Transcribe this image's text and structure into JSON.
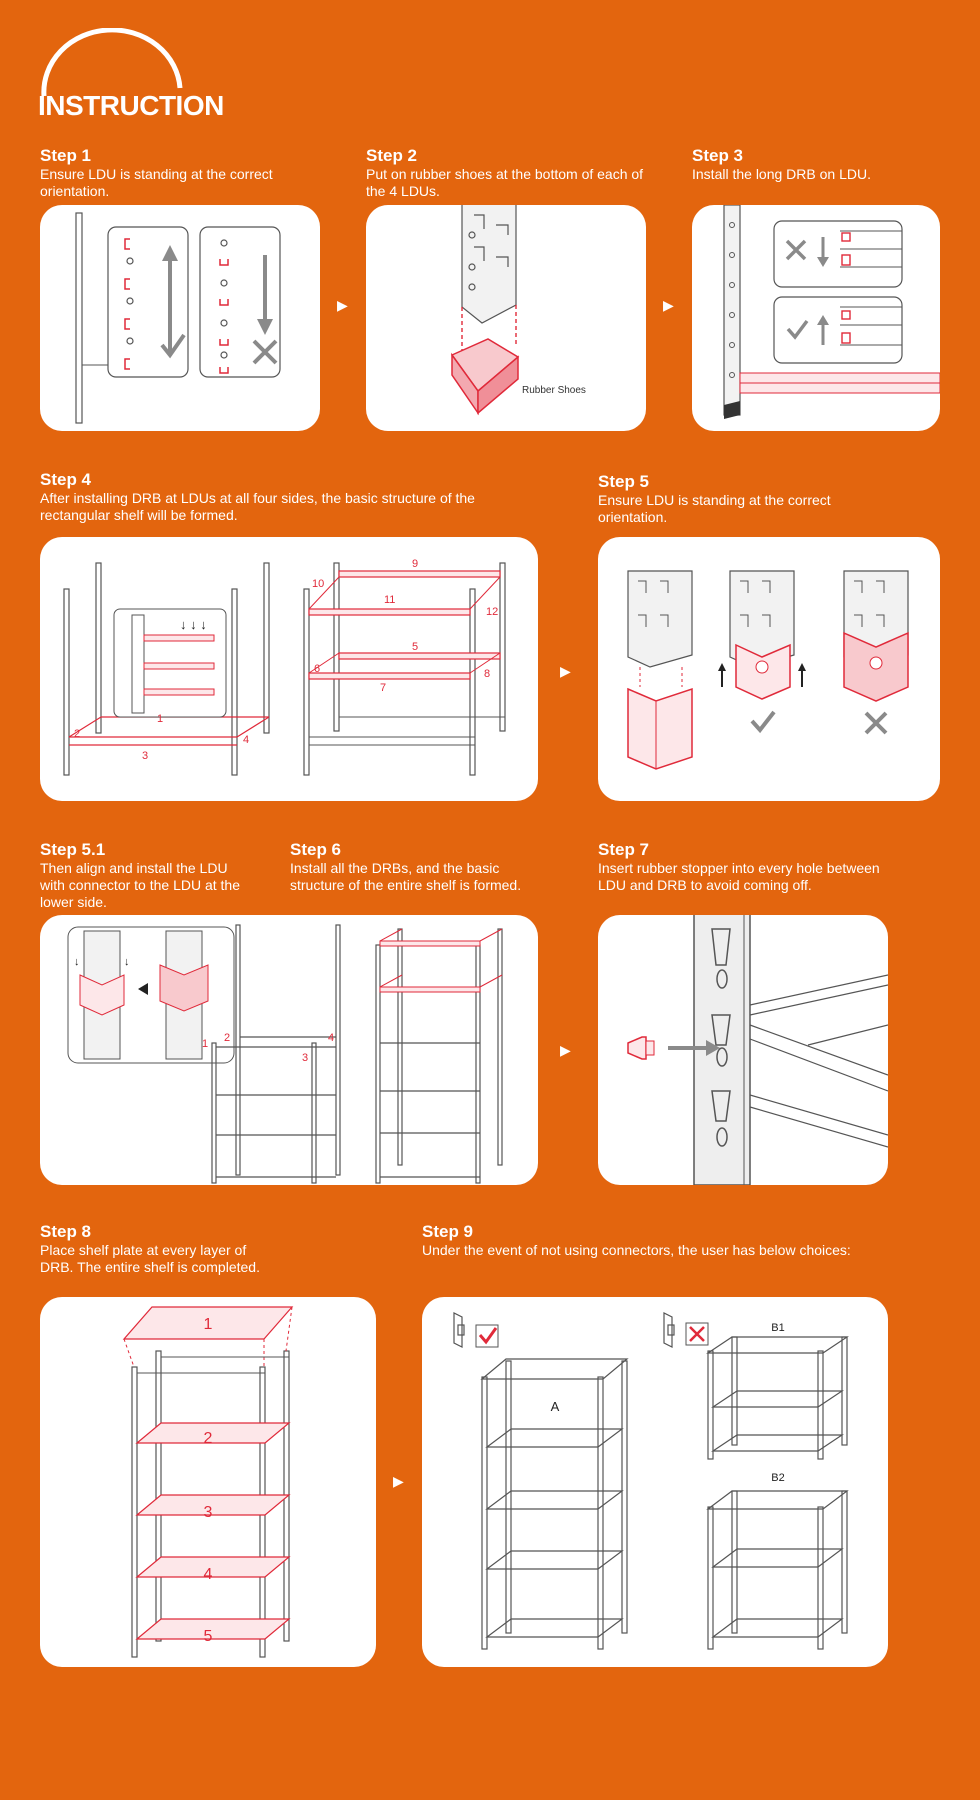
{
  "header": {
    "title": "INSTRUCTION"
  },
  "steps": {
    "s1": {
      "title": "Step 1",
      "desc": "Ensure LDU is standing at the correct orientation."
    },
    "s2": {
      "title": "Step 2",
      "desc": "Put on rubber shoes at the bottom of each of the 4 LDUs.",
      "label": "Rubber Shoes"
    },
    "s3": {
      "title": "Step 3",
      "desc": "Install the long DRB on LDU."
    },
    "s4": {
      "title": "Step 4",
      "desc": "After installing DRB at LDUs at all four sides, the basic structure of the rectangular shelf will be formed."
    },
    "s5": {
      "title": "Step 5",
      "desc": "Ensure LDU is standing at the correct orientation."
    },
    "s51": {
      "title": "Step 5.1",
      "desc": "Then align and install the LDU with connector to the LDU at the lower side."
    },
    "s6": {
      "title": "Step 6",
      "desc": "Install all the DRBs, and the basic structure of the entire shelf is formed."
    },
    "s7": {
      "title": "Step 7",
      "desc": "Insert rubber stopper into every hole between LDU and DRB to avoid coming off."
    },
    "s8": {
      "title": "Step 8",
      "desc": "Place shelf plate at every layer of DRB. The entire shelf is completed."
    },
    "s9": {
      "title": "Step 9",
      "desc": "Under the event of not using connectors, the user has below choices:",
      "label_a": "A",
      "label_b1": "B1",
      "label_b2": "B2"
    }
  },
  "step4_numbers": [
    "1",
    "2",
    "3",
    "4",
    "5",
    "6",
    "7",
    "8",
    "9",
    "10",
    "11",
    "12"
  ],
  "step51_numbers": [
    "1",
    "2",
    "3",
    "4"
  ],
  "step8_numbers": [
    "1",
    "2",
    "3",
    "4",
    "5"
  ],
  "colors": {
    "background": "#e3650e",
    "card": "#ffffff",
    "accent_red": "#e02a3a",
    "line": "#555555",
    "icon_gray": "#8a8a8a"
  },
  "icons": {
    "arrow": "▶",
    "check": "check-icon",
    "cross": "cross-icon"
  }
}
